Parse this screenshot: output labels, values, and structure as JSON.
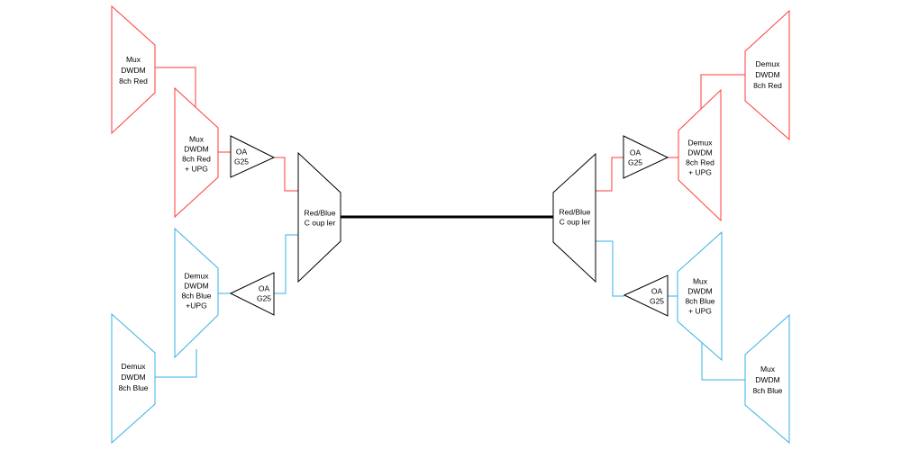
{
  "colors": {
    "red": "#ff3b3b",
    "blue": "#3ab0e6",
    "black": "#000000",
    "background": "#ffffff"
  },
  "nodes": {
    "left_mux_red": {
      "lines": [
        "Mux",
        "DWDM",
        "8ch Red"
      ],
      "color": "red"
    },
    "left_mux_red_upg": {
      "lines": [
        "Mux",
        "DWDM",
        "8ch Red",
        "+ UPG"
      ],
      "color": "red"
    },
    "left_oa_top": {
      "lines": [
        "OA",
        "G25"
      ],
      "color": "black"
    },
    "left_coupler": {
      "lines": [
        "Red/Blue",
        "C oup ler"
      ],
      "color": "black"
    },
    "left_demux_blue_upg": {
      "lines": [
        "Demux",
        "DWDM",
        "8ch Blue",
        "+UPG"
      ],
      "color": "blue"
    },
    "left_oa_bottom": {
      "lines": [
        "OA",
        "G25"
      ],
      "color": "black"
    },
    "left_demux_blue": {
      "lines": [
        "Demux",
        "DWDM",
        "8ch Blue"
      ],
      "color": "blue"
    },
    "right_demux_red": {
      "lines": [
        "Demux",
        "DWDM",
        "8ch Red"
      ],
      "color": "red"
    },
    "right_demux_red_upg": {
      "lines": [
        "Demux",
        "DWDM",
        "8ch Red",
        "+ UPG"
      ],
      "color": "red"
    },
    "right_oa_top": {
      "lines": [
        "OA",
        "G25"
      ],
      "color": "black"
    },
    "right_coupler": {
      "lines": [
        "Red/Blue",
        "C oup ler"
      ],
      "color": "black"
    },
    "right_mux_blue_upg": {
      "lines": [
        "Mux",
        "DWDM",
        "8ch Blue",
        "+ UPG"
      ],
      "color": "blue"
    },
    "right_oa_bottom": {
      "lines": [
        "OA",
        "G25"
      ],
      "color": "black"
    },
    "right_mux_blue": {
      "lines": [
        "Mux",
        "DWDM",
        "8ch Blue"
      ],
      "color": "blue"
    }
  },
  "links": [
    {
      "from": "left_mux_red",
      "to": "left_mux_red_upg",
      "color": "red"
    },
    {
      "from": "left_mux_red_upg",
      "to": "left_oa_top",
      "color": "red"
    },
    {
      "from": "left_oa_top",
      "to": "left_coupler",
      "color": "red"
    },
    {
      "from": "left_coupler",
      "to": "left_oa_bottom",
      "color": "blue"
    },
    {
      "from": "left_oa_bottom",
      "to": "left_demux_blue_upg",
      "color": "blue"
    },
    {
      "from": "left_demux_blue_upg",
      "to": "left_demux_blue",
      "color": "blue"
    },
    {
      "from": "left_coupler",
      "to": "right_coupler",
      "color": "black"
    },
    {
      "from": "right_coupler",
      "to": "right_oa_top",
      "color": "red"
    },
    {
      "from": "right_oa_top",
      "to": "right_demux_red_upg",
      "color": "red"
    },
    {
      "from": "right_demux_red_upg",
      "to": "right_demux_red",
      "color": "red"
    },
    {
      "from": "right_mux_blue",
      "to": "right_mux_blue_upg",
      "color": "blue"
    },
    {
      "from": "right_mux_blue_upg",
      "to": "right_oa_bottom",
      "color": "blue"
    },
    {
      "from": "right_oa_bottom",
      "to": "right_coupler",
      "color": "blue"
    }
  ]
}
